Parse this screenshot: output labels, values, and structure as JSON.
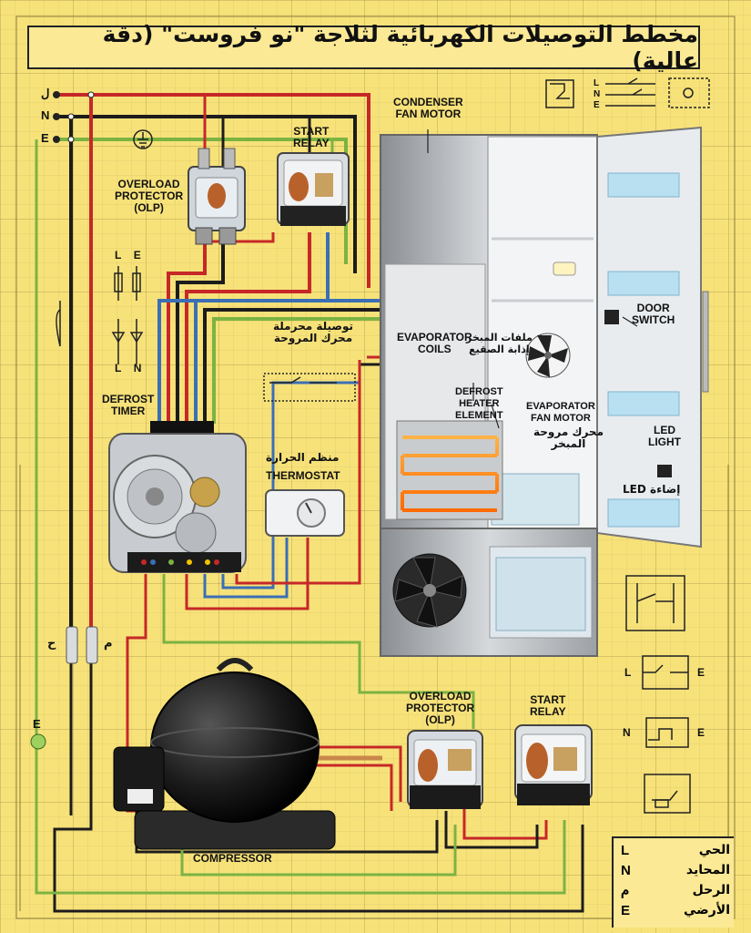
{
  "title": "مخطط التوصيلات الكهربائية لثلاجة \"نو فروست\" (دقة عالية)",
  "lines": {
    "l_label": "ل",
    "n_label": "N",
    "e_label": "E"
  },
  "labels": {
    "condenser_fan_motor": [
      "CONDENSER",
      "FAN MOTOR"
    ],
    "start_relay_top": [
      "START",
      "RELAY"
    ],
    "overload_top": [
      "OVERLOAD",
      "PROTECTOR",
      "(OLP)"
    ],
    "fan_harness_ar": [
      "توصيلة محرملة",
      "محرك المروحة"
    ],
    "defrost_timer": [
      "DEFROST",
      "TIMER"
    ],
    "thermostat_ar": "منظم الحرارة",
    "thermostat": "THERMOSTAT",
    "evaporator_coils": [
      "EVAPORATOR",
      "COILS"
    ],
    "evaporator_coils_ar": [
      "ملفات المبخر",
      "إذابة الصقيع"
    ],
    "defrost_heater": [
      "DEFROST",
      "HEATER",
      "ELEMENT"
    ],
    "evaporator_fan_motor": [
      "EVAPORATOR",
      "FAN MOTOR"
    ],
    "evaporator_fan_ar": [
      "محرك مروحة",
      "المبخر"
    ],
    "door_switch": [
      "DOOR",
      "SWITCH"
    ],
    "led_light": [
      "LED",
      "LIGHT"
    ],
    "led_light_ar": "إضاءة LED",
    "overload_bottom": [
      "OVERLOAD",
      "PROTECTOR",
      "(OLP)"
    ],
    "start_relay_bottom": [
      "START",
      "RELAY"
    ],
    "compressor": "COMPRESSOR",
    "fuse_left": "ح",
    "fuse_right": "م",
    "earth_left": "E",
    "sym_le": [
      "L",
      "E"
    ],
    "sym_ln": [
      "L",
      "N"
    ],
    "sym_top_letters": [
      "L",
      "N",
      "E"
    ],
    "sym_right_letters": {
      "l": "L",
      "e": "E",
      "n": "N",
      "e2": "E"
    }
  },
  "legend": [
    {
      "abbr": "L",
      "name": "الحي"
    },
    {
      "abbr": "N",
      "name": "المحايد"
    },
    {
      "abbr": "م",
      "name": "الرحل"
    },
    {
      "abbr": "E",
      "name": "الأرضي"
    }
  ],
  "wire_colors": {
    "live": "#c62828",
    "neutral": "#1c1c1c",
    "earth": "#7cb342",
    "blue": "#3b6fb5"
  }
}
